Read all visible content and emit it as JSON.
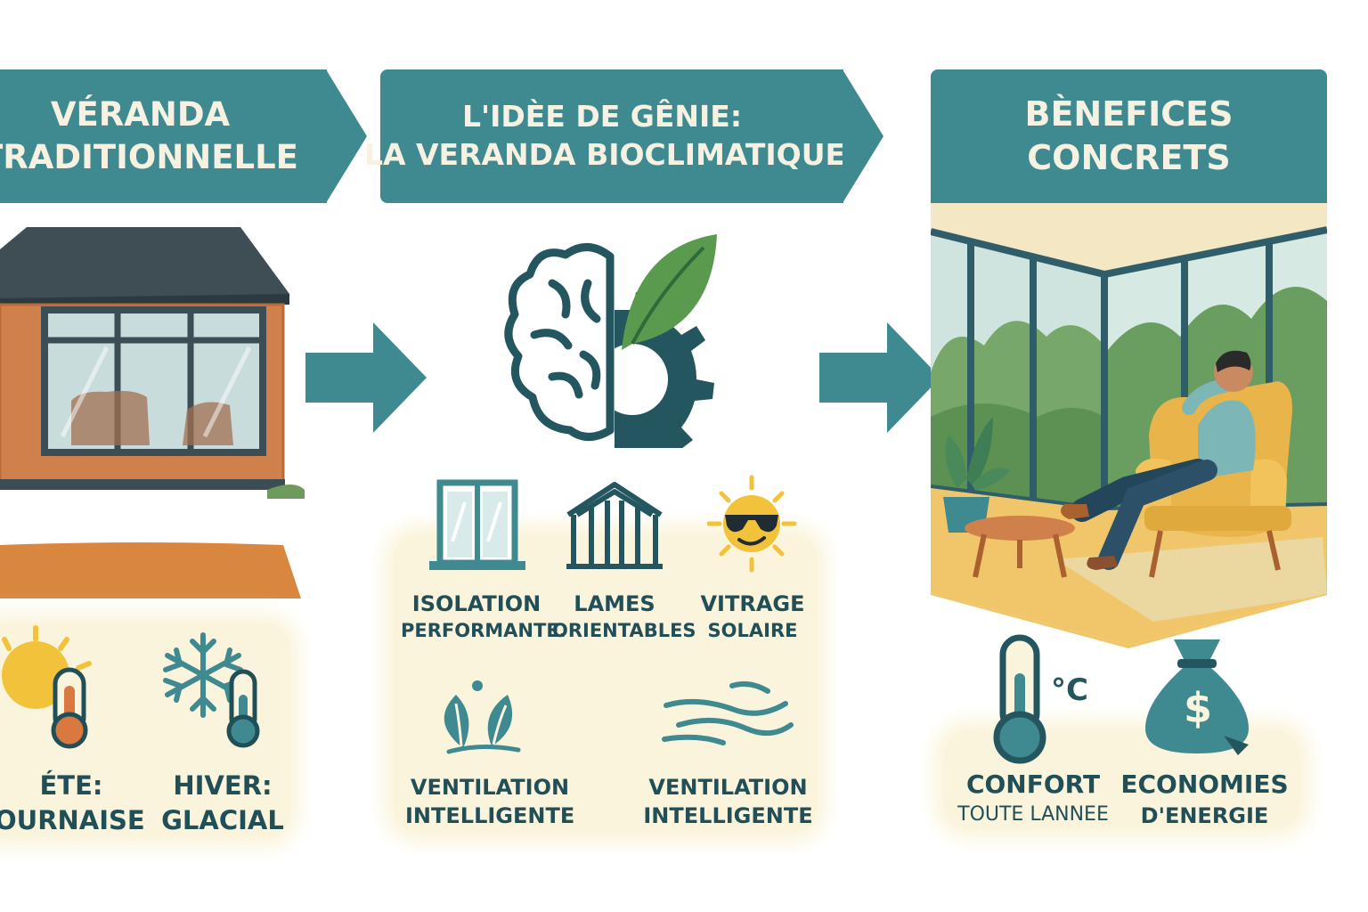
{
  "sections": [
    {
      "title_line1": "Véranda",
      "title_line2": "traditionnelle",
      "items": [
        {
          "line1": "Éte:",
          "line2": "ournaise",
          "icon": "sun-thermometer-icon"
        },
        {
          "line1": "Hiver:",
          "line2": "glacial",
          "icon": "snowflake-thermometer-icon"
        }
      ]
    },
    {
      "title_line1": "L'idèe de gênie:",
      "title_line2": "la veranda bioclimatique",
      "items": [
        {
          "line1": "Isolation",
          "line2": "performante.",
          "icon": "window-icon"
        },
        {
          "line1": "Lames",
          "line2": "orientables",
          "icon": "louvers-roof-icon"
        },
        {
          "line1": "Vitrage",
          "line2": "solaire",
          "icon": "sun-sunglasses-icon"
        },
        {
          "line1": "Ventilation",
          "line2": "intelligente",
          "icon": "leaves-icon"
        },
        {
          "line1": "Ventilation",
          "line2": "intelligente",
          "icon": "wind-icon"
        }
      ]
    },
    {
      "title_line1": "Bènefices",
      "title_line2": "concrets",
      "items": [
        {
          "line1": "Confort",
          "line2": "toute lannee",
          "icon": "thermometer-celsius-icon"
        },
        {
          "line1": "Economies",
          "line2": "d'energie",
          "icon": "money-bag-icon"
        }
      ]
    }
  ],
  "celsius_symbol": "°C",
  "currency_symbol": "$",
  "colors": {
    "teal": "#3f8a91",
    "dark_teal": "#24565f",
    "cream": "#fbf4dc",
    "green": "#5a9a4e",
    "yellow": "#f2c33a",
    "orange": "#d9783f"
  }
}
